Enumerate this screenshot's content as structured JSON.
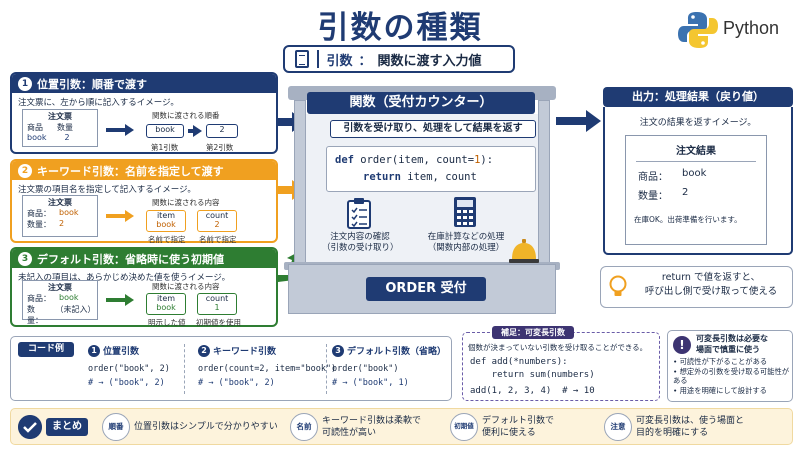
{
  "title": "引数の種類",
  "python_label": "Python",
  "subtitle": {
    "term": "引数",
    "colon": "：",
    "meaning": "関数に渡す入力値"
  },
  "positional": {
    "num": "1",
    "heading": "位置引数：順番で渡す",
    "desc": "注文票に、左から順に記入するイメージ。",
    "form_title": "注文票",
    "form_labels": [
      "商品",
      "数量"
    ],
    "form_values": [
      "book",
      "2"
    ],
    "passed_title": "関数に渡される順番",
    "passed_values": [
      "book",
      "2"
    ],
    "passed_captions": [
      "第1引数",
      "第2引数"
    ]
  },
  "keyword": {
    "num": "2",
    "heading": "キーワード引数：名前を指定して渡す",
    "desc": "注文票の項目名を指定して記入するイメージ。",
    "form_title": "注文票",
    "form_labels": [
      "商品：",
      "数量："
    ],
    "form_values": [
      "book",
      "2"
    ],
    "passed_title": "関数に渡される内容",
    "passed_names": [
      "item",
      "count"
    ],
    "passed_values": [
      "book",
      "2"
    ],
    "passed_captions": [
      "名前で指定",
      "名前で指定"
    ]
  },
  "default": {
    "num": "3",
    "heading": "デフォルト引数：省略時に使う初期値",
    "desc": "未記入の項目は、あらかじめ決めた値を使うイメージ。",
    "form_title": "注文票",
    "form_labels": [
      "商品：",
      "数量："
    ],
    "form_values": [
      "book",
      "（未記入）"
    ],
    "passed_title": "関数に渡される内容",
    "passed_names": [
      "item",
      "count"
    ],
    "passed_values": [
      "book",
      "1"
    ],
    "passed_captions": [
      "明示した値",
      "初期値を使用"
    ]
  },
  "counter": {
    "sign": "関数（受付カウンター）",
    "desc": "引数を受け取り、処理をして結果を返す",
    "code_line1": {
      "kw": "def",
      "rest": " order(item, count=",
      "num": "1",
      "end": "):"
    },
    "code_line2": {
      "kw": "return",
      "rest": " item, count"
    },
    "step1_line1": "注文内容の確認",
    "step1_line2": "（引数の受け取り）",
    "step2_line1": "在庫計算などの処理",
    "step2_line2": "（関数内部の処理）",
    "order_sign": "ORDER 受付"
  },
  "output": {
    "title": "出力：処理結果（戻り値）",
    "desc": "注文の結果を返すイメージ。",
    "receipt_title": "注文結果",
    "rows": [
      {
        "label": "商品：",
        "value": "book"
      },
      {
        "label": "数量：",
        "value": "2"
      }
    ],
    "note": "在庫OK。出荷準備を行います。",
    "return_line1": "return で値を返すと、",
    "return_line2": "呼び出し側で受け取って使える"
  },
  "code_examples": {
    "tag": "コード例",
    "items": [
      {
        "num": "1",
        "title": "位置引数",
        "line1": "order(\"book\", 2)",
        "line2": "# → (\"book\", 2)"
      },
      {
        "num": "2",
        "title": "キーワード引数",
        "line1": "order(count=2, item=\"book\")",
        "line2": "# → (\"book\", 2)"
      },
      {
        "num": "3",
        "title": "デフォルト引数（省略）",
        "line1": "order(\"book\")",
        "line2": "# → (\"book\", 1)"
      }
    ]
  },
  "variadic": {
    "tag": "補足：可変長引数",
    "desc": "個数が決まっていない引数を受け取ることができる。",
    "line1": "def add(*numbers):",
    "line2": "    return sum(numbers)",
    "line3": "add(1, 2, 3, 4)  # → 10"
  },
  "caution": {
    "icon": "!",
    "title_line1": "可変長引数は必要な",
    "title_line2": "場面で慎重に使う",
    "items": [
      "可読性が下がることがある",
      "想定外の引数を受け取る可能性がある",
      "用途を明確にして設計する"
    ]
  },
  "summary": {
    "label": "まとめ",
    "items": [
      {
        "badge": "順番",
        "line1": "位置引数はシンプルで分かりやすい",
        "line2": ""
      },
      {
        "badge": "名前",
        "line1": "キーワード引数は柔軟で",
        "line2": "可読性が高い"
      },
      {
        "badge": "初期値",
        "line1": "デフォルト引数で",
        "line2": "便利に使える"
      },
      {
        "badge": "注意",
        "line1": "可変長引数は、使う場面と",
        "line2": "目的を明確にする"
      }
    ]
  },
  "colors": {
    "navy": "#1f3b73",
    "orange": "#f0a020",
    "green": "#2e7d32",
    "purple": "#3d3472"
  }
}
